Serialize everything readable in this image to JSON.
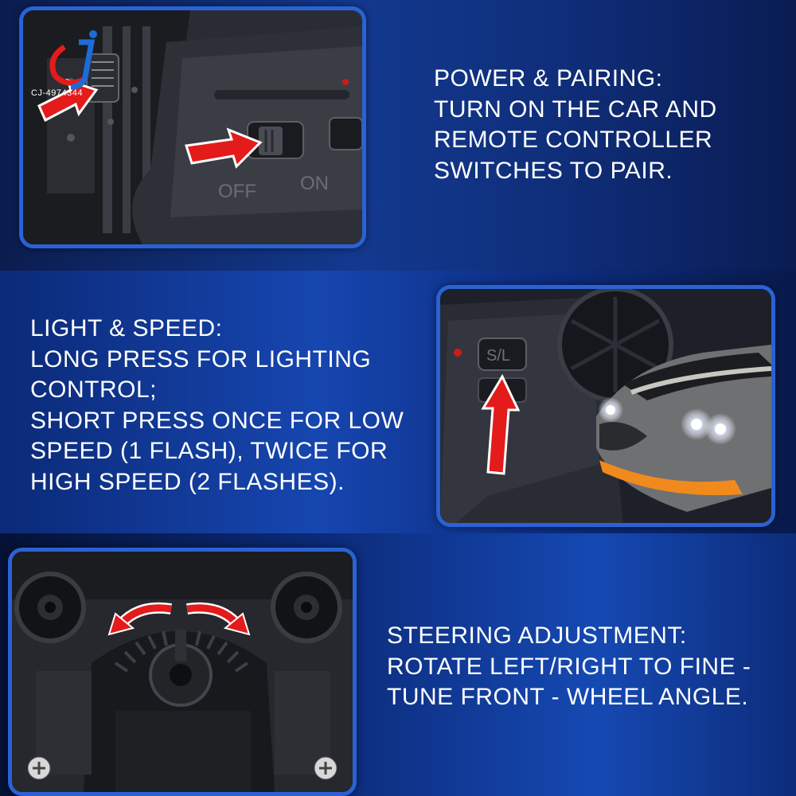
{
  "watermark": {
    "code": "CJ-4974344"
  },
  "section_power": {
    "lines": [
      "POWER & PAIRING:",
      "TURN ON THE CAR AND",
      "REMOTE CONTROLLER",
      "SWITCHES TO PAIR."
    ],
    "switch_labels": {
      "off": "OFF",
      "on": "ON"
    }
  },
  "section_light": {
    "lines": [
      "LIGHT & SPEED:",
      "LONG PRESS FOR LIGHTING",
      "CONTROL;",
      "SHORT PRESS ONCE FOR LOW",
      "SPEED (1 FLASH), TWICE FOR",
      "HIGH SPEED (2 FLASHES)."
    ],
    "button_label": "S/L"
  },
  "section_steering": {
    "lines": [
      "STEERING ADJUSTMENT:",
      "ROTATE LEFT/RIGHT TO FINE -",
      "TUNE FRONT - WHEEL ANGLE."
    ]
  },
  "colors": {
    "frame": "#2a62d6",
    "arrow": "#e31b1b",
    "text": "#ffffff"
  }
}
